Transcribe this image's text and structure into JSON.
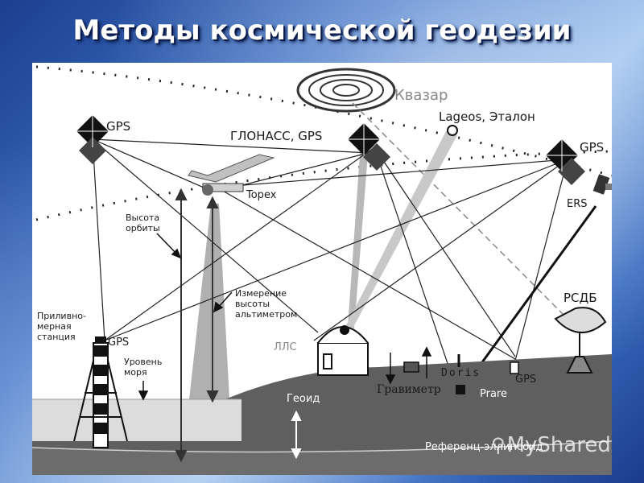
{
  "title": "Методы космической геодезии",
  "labels": {
    "gps_left": "GPS",
    "glonass": "ГЛОНАСС, GPS",
    "kvazar": "Квазар",
    "lageos": "Lageos, Эталон",
    "gps_right": "GPS",
    "topex": "Topex",
    "ers": "ERS",
    "orbit_height": "Высота орбиты",
    "altimeter": "Измерение высоты альтиметром",
    "tide_station": "Приливно-мерная станция",
    "gps_tide": "GPS",
    "sea_level": "Уровень моря",
    "lls": "ЛЛС",
    "rsdb": "РСДБ",
    "doris": "Doris",
    "gps_ground": "GPS",
    "gravimeter": "Гравиметр",
    "prare": "Prare",
    "geoid": "Геоид",
    "ellipsoid": "Референц-эллипсоид"
  },
  "watermark": {
    "text": "MyShared",
    "icon": "share-icon"
  },
  "colors": {
    "title": "#ffffff",
    "ground": "#5f5f5f",
    "sea": "#dcdcdc",
    "beam": "#b8b8b8"
  }
}
